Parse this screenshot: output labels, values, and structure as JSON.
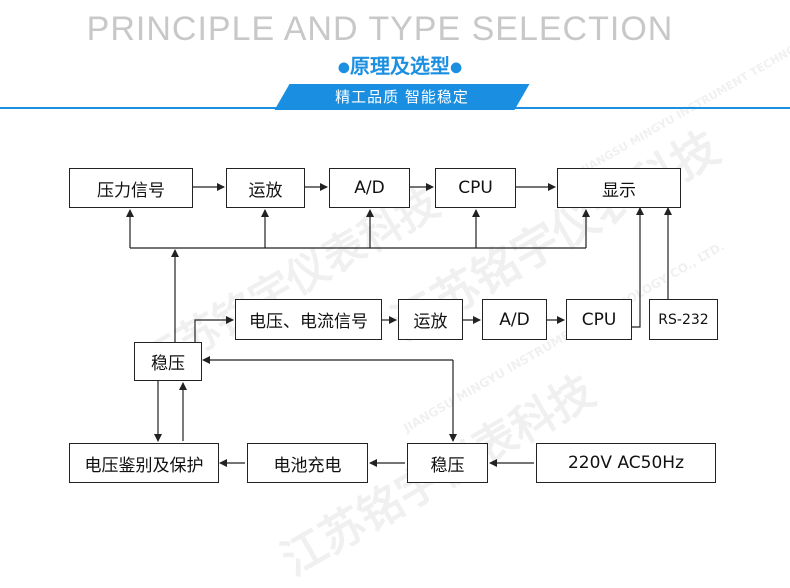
{
  "header": {
    "title_en": "PRINCIPLE AND TYPE SELECTION",
    "title_cn": "原理及选型",
    "slogan": "精工品质   智能稳定"
  },
  "watermark": {
    "company_cn": "江苏铭宇仪表科技",
    "company_en": "JIANGSU MINGYU INSTRUMENT TECHNOLOGY CO., LTD."
  },
  "diagram": {
    "row1": [
      "压力信号",
      "运放",
      "A/D",
      "CPU",
      "显示"
    ],
    "row2": [
      "电压、电流信号",
      "运放",
      "A/D",
      "CPU",
      "RS-232"
    ],
    "regulator_left": "稳压",
    "row3": [
      "电压鉴别及保护",
      "电池充电",
      "稳压",
      "220V  AC50Hz"
    ]
  },
  "colors": {
    "accent": "#1a8fe2",
    "line": "#222222"
  }
}
